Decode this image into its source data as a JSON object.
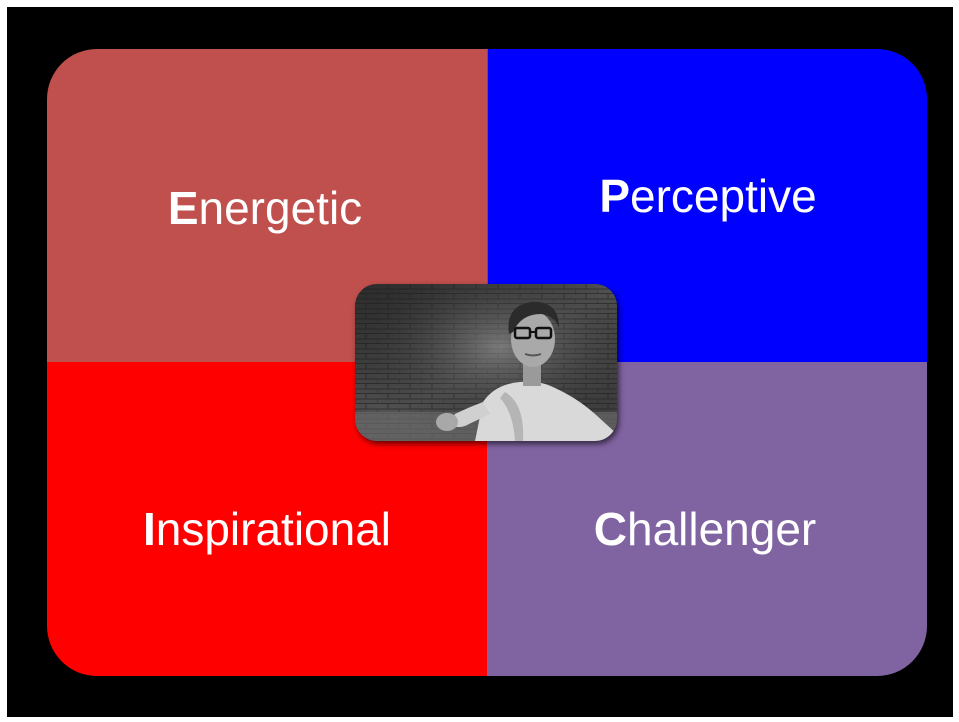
{
  "quadrants": [
    {
      "initial": "E",
      "rest": "nergetic",
      "color": "#c0504d"
    },
    {
      "initial": "P",
      "rest": "erceptive",
      "color": "#0000ff"
    },
    {
      "initial": "I",
      "rest": "nspirational",
      "color": "#ff0000"
    },
    {
      "initial": "C",
      "rest": "hallenger",
      "color": "#8064a2"
    }
  ],
  "center_photo": {
    "icon": "portrait-photo-icon",
    "style": "black-and-white"
  }
}
